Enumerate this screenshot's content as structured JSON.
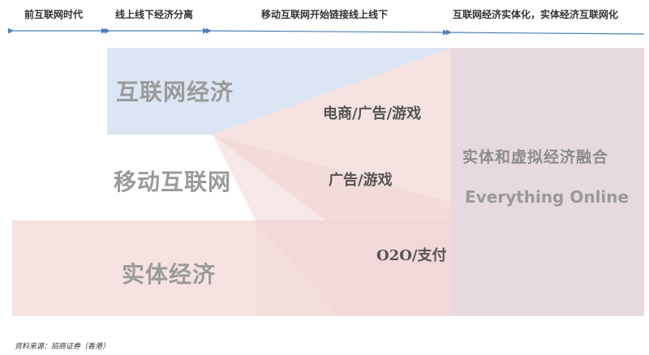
{
  "eras": [
    {
      "label": "前互联网时代"
    },
    {
      "label": "线上线下经济分离"
    },
    {
      "label": "移动互联网开始链接线上线下"
    },
    {
      "label": "互联网经济实体化，实体经济互联网化"
    }
  ],
  "blocks": {
    "internet_economy": "互联网经济",
    "mobile_internet": "移动互联网",
    "real_economy": "实体经济"
  },
  "overlaps": {
    "ecommerce": "电商/广告/游戏",
    "ads_games": "广告/游戏",
    "o2o": "O2O/支付"
  },
  "merge": {
    "title": "实体和虚拟经济融合",
    "subtitle": "Everything Online"
  },
  "source": "资料来源：招商证券（香港）",
  "colors": {
    "blue_block": "#dbe5f3",
    "pink_block": "#f5e2e1",
    "merge_block": "#e6d9df",
    "arrow": "#4a7fb5"
  }
}
